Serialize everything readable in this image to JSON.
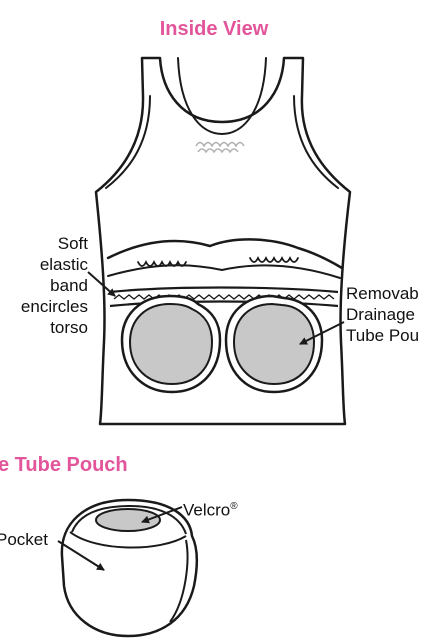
{
  "title": "Inside View",
  "pouch_title": "e Tube Pouch",
  "labels": {
    "soft_band": [
      "Soft",
      "elastic",
      "band",
      "encircles",
      "torso"
    ],
    "removable": [
      "Removab",
      "Drainage",
      "Tube Pou"
    ],
    "pocket": "Pocket",
    "velcro": "Velcro",
    "velcro_mark": "®"
  },
  "colors": {
    "heading": "#e3559b",
    "outline": "#1a1a1a",
    "pouch_fill": "#c8c8c8",
    "background": "#ffffff"
  }
}
